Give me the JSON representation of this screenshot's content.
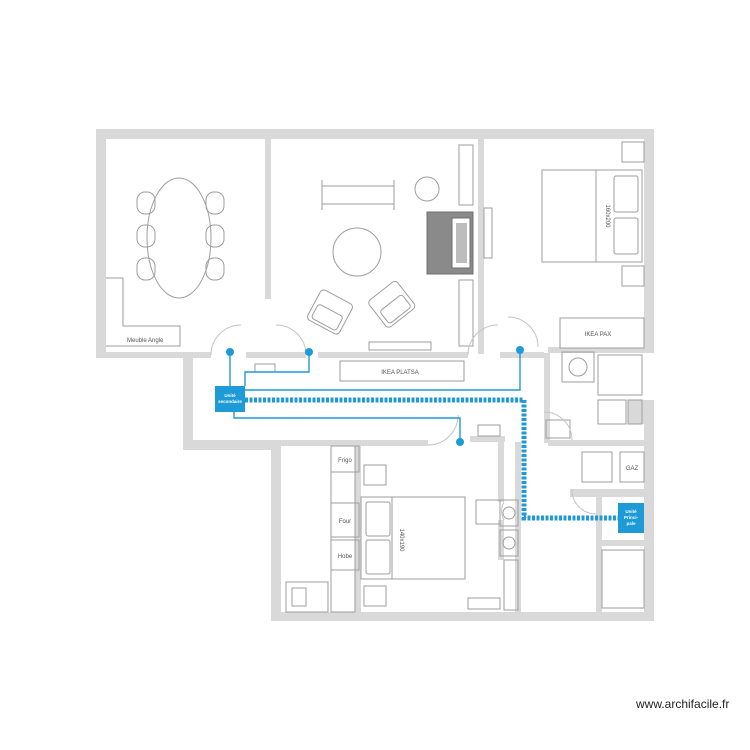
{
  "plan": {
    "labels": {
      "corner_furniture": "Meuble Angle",
      "ikea_pax": "IKEA PAX",
      "ikea_platsa": "IKEA PLATSA",
      "fridge": "Frigo",
      "oven": "Four",
      "hotplate": "Hobe",
      "gas": "GAZ",
      "bed_top": "160x200",
      "bed_bottom": "140x190"
    },
    "units": {
      "secondary": [
        "Unité",
        "secondaire"
      ],
      "principal": [
        "Unité",
        "Princi-",
        "pale"
      ]
    },
    "colors": {
      "wall": "#d9d9d9",
      "line": "#9e9e9e",
      "pipe": "#1e9ad6",
      "unit": "#1e9ad6"
    }
  },
  "watermark": "www.archifacile.fr"
}
